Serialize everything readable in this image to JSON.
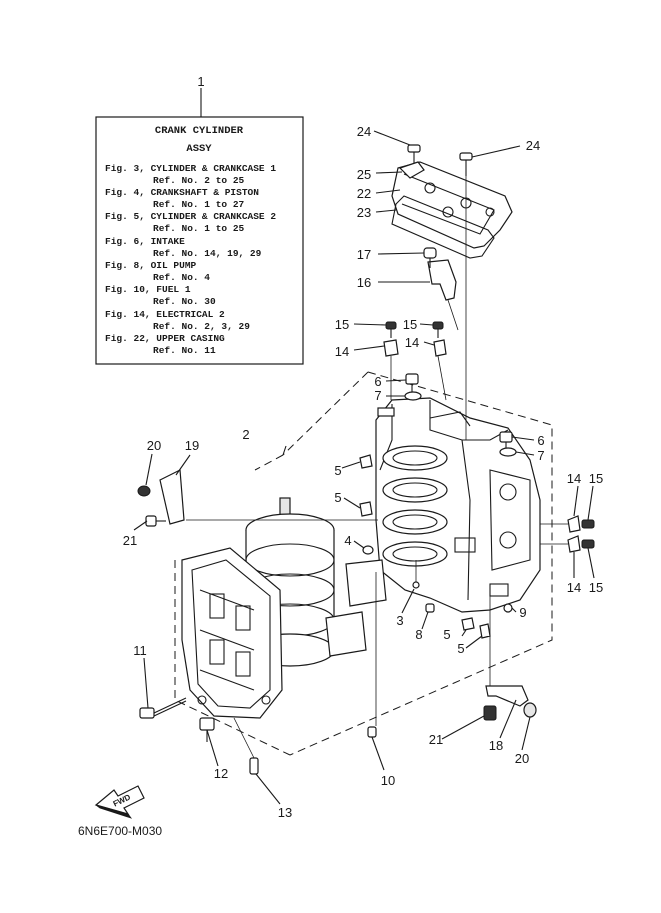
{
  "ref_box": {
    "number": "1",
    "title": "CRANK CYLINDER",
    "subtitle": "ASSY",
    "lines": [
      "Fig. 3, CYLINDER & CRANKCASE 1",
      "Ref. No. 2 to 25",
      "Fig. 4, CRANKSHAFT & PISTON",
      "Ref. No. 1 to 27",
      "Fig. 5, CYLINDER & CRANKCASE 2",
      "Ref. No. 1 to 25",
      "Fig. 6, INTAKE",
      "Ref. No. 14, 19, 29",
      "Fig. 8, OIL PUMP",
      "Ref. No. 4",
      "Fig. 10, FUEL 1",
      "Ref. No. 30",
      "Fig. 14, ELECTRICAL 2",
      "Ref. No. 2, 3, 29",
      "Fig. 22, UPPER CASING",
      "Ref. No. 11"
    ]
  },
  "callouts": {
    "c2": "2",
    "c3": "3",
    "c4": "4",
    "c5a": "5",
    "c5b": "5",
    "c5c": "5",
    "c5d": "5",
    "c6a": "6",
    "c6b": "6",
    "c7a": "7",
    "c7b": "7",
    "c8": "8",
    "c9": "9",
    "c10": "10",
    "c11": "11",
    "c12": "12",
    "c13": "13",
    "c14a": "14",
    "c14b": "14",
    "c14c": "14",
    "c14d": "14",
    "c15a": "15",
    "c15b": "15",
    "c15c": "15",
    "c15d": "15",
    "c16": "16",
    "c17": "17",
    "c18": "18",
    "c19": "19",
    "c20a": "20",
    "c20b": "20",
    "c21a": "21",
    "c21b": "21",
    "c22": "22",
    "c23": "23",
    "c24a": "24",
    "c24b": "24",
    "c25": "25"
  },
  "fwd_label": "FWD",
  "drawing_code": "6N6E700-M030"
}
